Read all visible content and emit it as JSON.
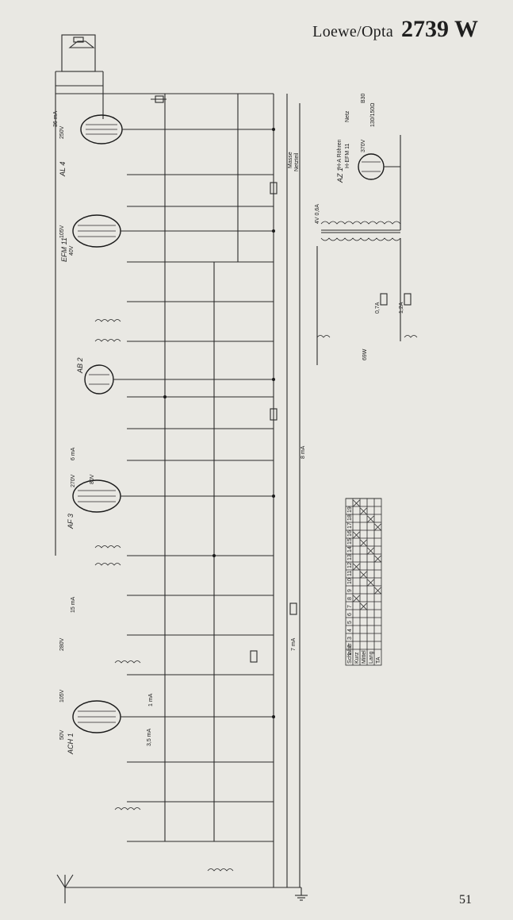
{
  "header": {
    "brand": "Loewe/Opta",
    "model": "2739 W"
  },
  "page_number": "51",
  "tubes": [
    {
      "name": "AL 4"
    },
    {
      "name": "EFM 11"
    },
    {
      "name": "AB 2"
    },
    {
      "name": "AF 3"
    },
    {
      "name": "ACH 1"
    },
    {
      "name": "AZ 1"
    }
  ],
  "annotations": {
    "tube_voltages": [
      "250V",
      "105V",
      "40V",
      "270V",
      "80V",
      "280V",
      "105V",
      "50V"
    ],
    "currents": [
      "36 mA",
      "6 mA",
      "15 mA",
      "3,5 mA",
      "8 mA",
      "7 mA",
      "1 mA"
    ],
    "power_supply": [
      "370V",
      "4V 0,6A",
      "0,7A",
      "1,2A",
      "69W"
    ],
    "misc": [
      "Masse",
      "Netzteil",
      "H-A Röhren",
      "H-EFM 11",
      "Netz",
      "130/150Ω",
      "B30"
    ]
  },
  "switch_table": {
    "header": [
      "Schalter",
      "1",
      "2",
      "3",
      "4",
      "5",
      "6",
      "7",
      "8",
      "9",
      "10",
      "11",
      "12",
      "13",
      "14",
      "15",
      "16",
      "17",
      "18",
      "19"
    ],
    "rows": [
      "Kurz",
      "Mittel",
      "Lang",
      "TA"
    ]
  }
}
